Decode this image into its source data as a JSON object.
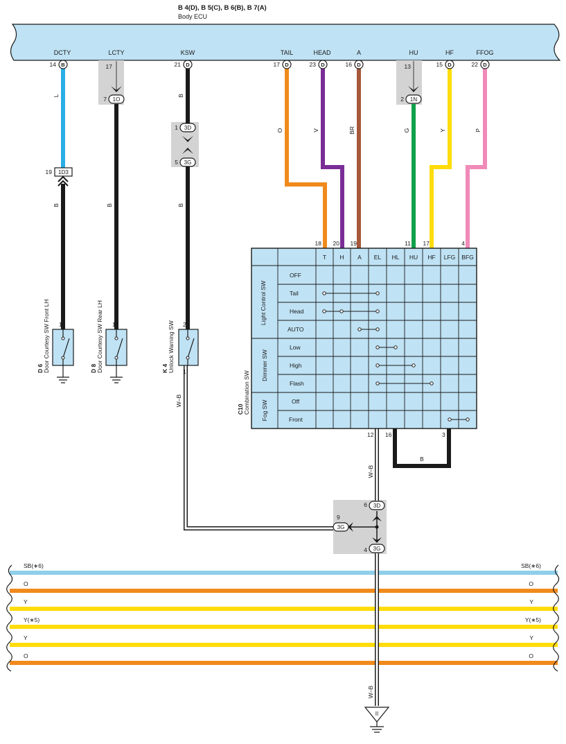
{
  "ecu": {
    "connectors": "B 4(D), B 5(C), B 6(B), B 7(A)",
    "name": "Body ECU",
    "terminals": [
      {
        "label": "DCTY",
        "pin": "14",
        "conn": "B"
      },
      {
        "label": "LCTY",
        "pin": "17",
        "conn": ""
      },
      {
        "label": "KSW",
        "pin": "21",
        "conn": "D"
      },
      {
        "label": "TAIL",
        "pin": "17",
        "conn": "D"
      },
      {
        "label": "HEAD",
        "pin": "23",
        "conn": "D"
      },
      {
        "label": "A",
        "pin": "16",
        "conn": "D"
      },
      {
        "label": "HU",
        "pin": "13",
        "conn": ""
      },
      {
        "label": "HF",
        "pin": "15",
        "conn": "D"
      },
      {
        "label": "FFOG",
        "pin": "22",
        "conn": "D"
      }
    ]
  },
  "wires": {
    "dcty": {
      "color_code": "L",
      "lower_code": "B",
      "junction_pin": "19",
      "junction": "1D3",
      "hex": "#29aee6"
    },
    "lcty": {
      "color_code": "B",
      "lower_code": "B",
      "junction_pin": "7",
      "junction": "1O",
      "hex": "#1a1a1a"
    },
    "ksw": {
      "color_code": "B",
      "lower_code": "B",
      "junction_top_pin": "1",
      "junction_top": "3D",
      "junction_bot_pin": "5",
      "junction_bot": "3G",
      "hex": "#1a1a1a"
    },
    "tail": {
      "color_code": "O",
      "sw_pin": "18",
      "hex": "#f08a1c"
    },
    "head": {
      "color_code": "V",
      "sw_pin": "20",
      "hex": "#7a2d96"
    },
    "a": {
      "color_code": "BR",
      "sw_pin": "19",
      "hex": "#a5583a"
    },
    "hu": {
      "color_code": "G",
      "junction_pin": "2",
      "junction": "1N",
      "sw_pin": "11",
      "hex": "#11a14a"
    },
    "hf": {
      "color_code": "Y",
      "sw_pin": "17",
      "hex": "#ffdc0a"
    },
    "ffog": {
      "color_code": "P",
      "sw_pin": "4",
      "hex": "#f08ab8"
    },
    "ksw_ground": {
      "color_code": "W–B"
    },
    "combo_ground": {
      "color_code": "W–B"
    },
    "bridge": {
      "color_code": "B"
    },
    "ground_trunk": {
      "color_code": "W–B"
    }
  },
  "components": {
    "d6": {
      "code": "D 6",
      "name": "Door Courtesy SW Front LH",
      "pin": "1"
    },
    "d8": {
      "code": "D 8",
      "name": "Door Courtesy SW Rear LH",
      "pin": "1"
    },
    "k4": {
      "code": "K 4",
      "name": "Unlock Warning SW",
      "pin_top": "2",
      "pin_bot": "1"
    },
    "c10": {
      "code": "C10",
      "name": "Combination SW"
    }
  },
  "combo_switch": {
    "columns": [
      "T",
      "H",
      "A",
      "EL",
      "HL",
      "HU",
      "HF",
      "LFG",
      "BFG"
    ],
    "groups": [
      {
        "name": "Light Control SW",
        "rows": [
          "OFF",
          "Tail",
          "Head",
          "AUTO"
        ]
      },
      {
        "name": "Dimmer SW",
        "rows": [
          "Low",
          "High",
          "Flash"
        ]
      },
      {
        "name": "Fog SW",
        "rows": [
          "Off",
          "Front"
        ]
      }
    ],
    "bottom_pins": [
      "12",
      "16",
      "3"
    ]
  },
  "junction_bottom": {
    "top_pin": "6",
    "top": "3D",
    "side_pin": "9",
    "side": "3G",
    "bot_pin": "4",
    "bot": "3G"
  },
  "bus": [
    {
      "left": "SB(∗6)",
      "right": "SB(∗6)",
      "hex": "#8fcfea"
    },
    {
      "left": "O",
      "right": "O",
      "hex": "#f08a1c"
    },
    {
      "left": "Y",
      "right": "Y",
      "hex": "#ffdc0a"
    },
    {
      "left": "Y(∗5)",
      "right": "Y(∗5)",
      "hex": "#ffdc0a"
    },
    {
      "left": "Y",
      "right": "Y",
      "hex": "#ffdc0a"
    },
    {
      "left": "O",
      "right": "O",
      "hex": "#f08a1c"
    }
  ],
  "ground_symbol_label": "II"
}
